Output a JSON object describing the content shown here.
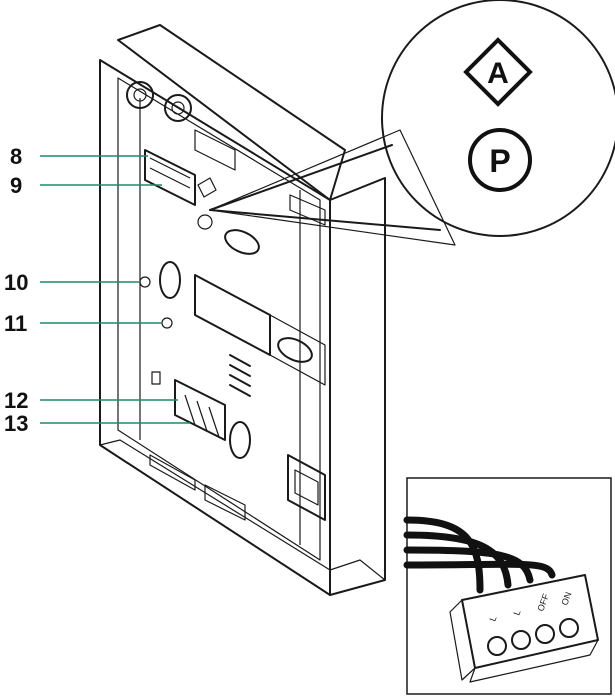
{
  "callouts": [
    {
      "id": "8",
      "label": "8"
    },
    {
      "id": "9",
      "label": "9"
    },
    {
      "id": "10",
      "label": "10"
    },
    {
      "id": "11",
      "label": "11"
    },
    {
      "id": "12",
      "label": "12"
    },
    {
      "id": "13",
      "label": "13"
    }
  ],
  "symbols": {
    "a_label": "A",
    "p_label": "P"
  },
  "connector": {
    "terminals": [
      "L",
      "L",
      "OFF",
      "ON"
    ]
  },
  "colors": {
    "callout_line": "#1f8a6b",
    "ink": "#1a1a1a",
    "device_gray": "#bdbdbd",
    "device_light": "#e6e6e6"
  }
}
